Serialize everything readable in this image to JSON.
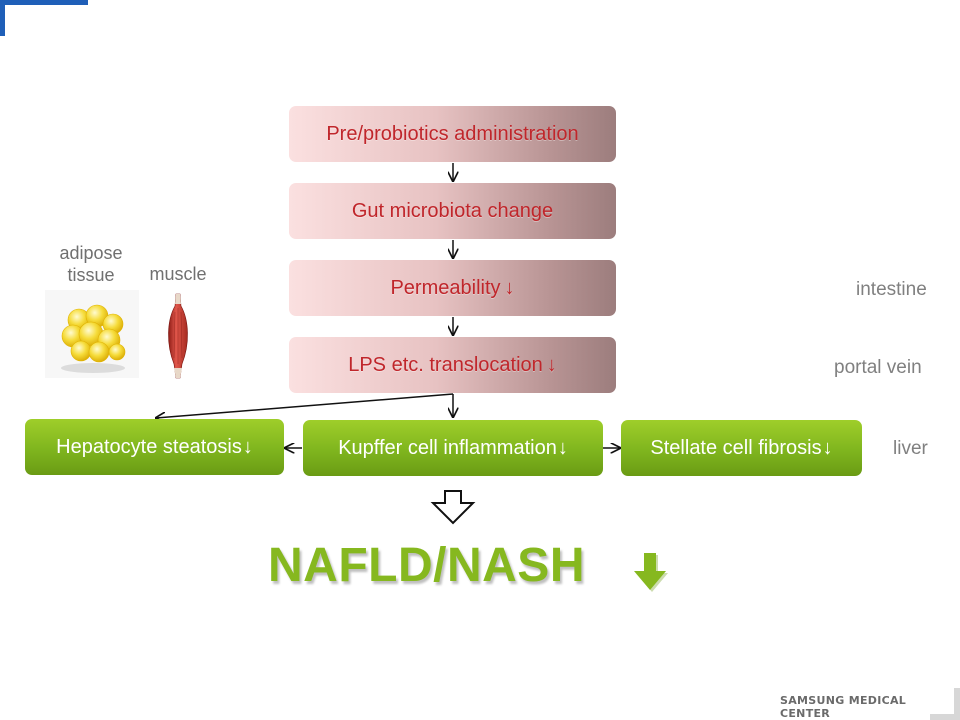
{
  "steps": {
    "s1": "Pre/probiotics administration",
    "s2": "Gut microbiota change",
    "s3": "Permeability",
    "s4": "LPS etc. translocation"
  },
  "liver_boxes": {
    "hepatocyte": "Hepatocyte steatosis",
    "kupffer": "Kupffer cell inflammation",
    "stellate": "Stellate cell fibrosis"
  },
  "down_arrow": "↓",
  "side_labels": {
    "intestine": "intestine",
    "portal_vein": "portal vein",
    "liver": "liver"
  },
  "organs": {
    "adipose": "adipose tissue",
    "muscle": "muscle"
  },
  "outcome": "NAFLD/NASH",
  "footer": "SAMSUNG MEDICAL CENTER",
  "colors": {
    "step_text": "#c0262b",
    "green": "#86b81f",
    "accent_blue": "#1f5fb8"
  }
}
